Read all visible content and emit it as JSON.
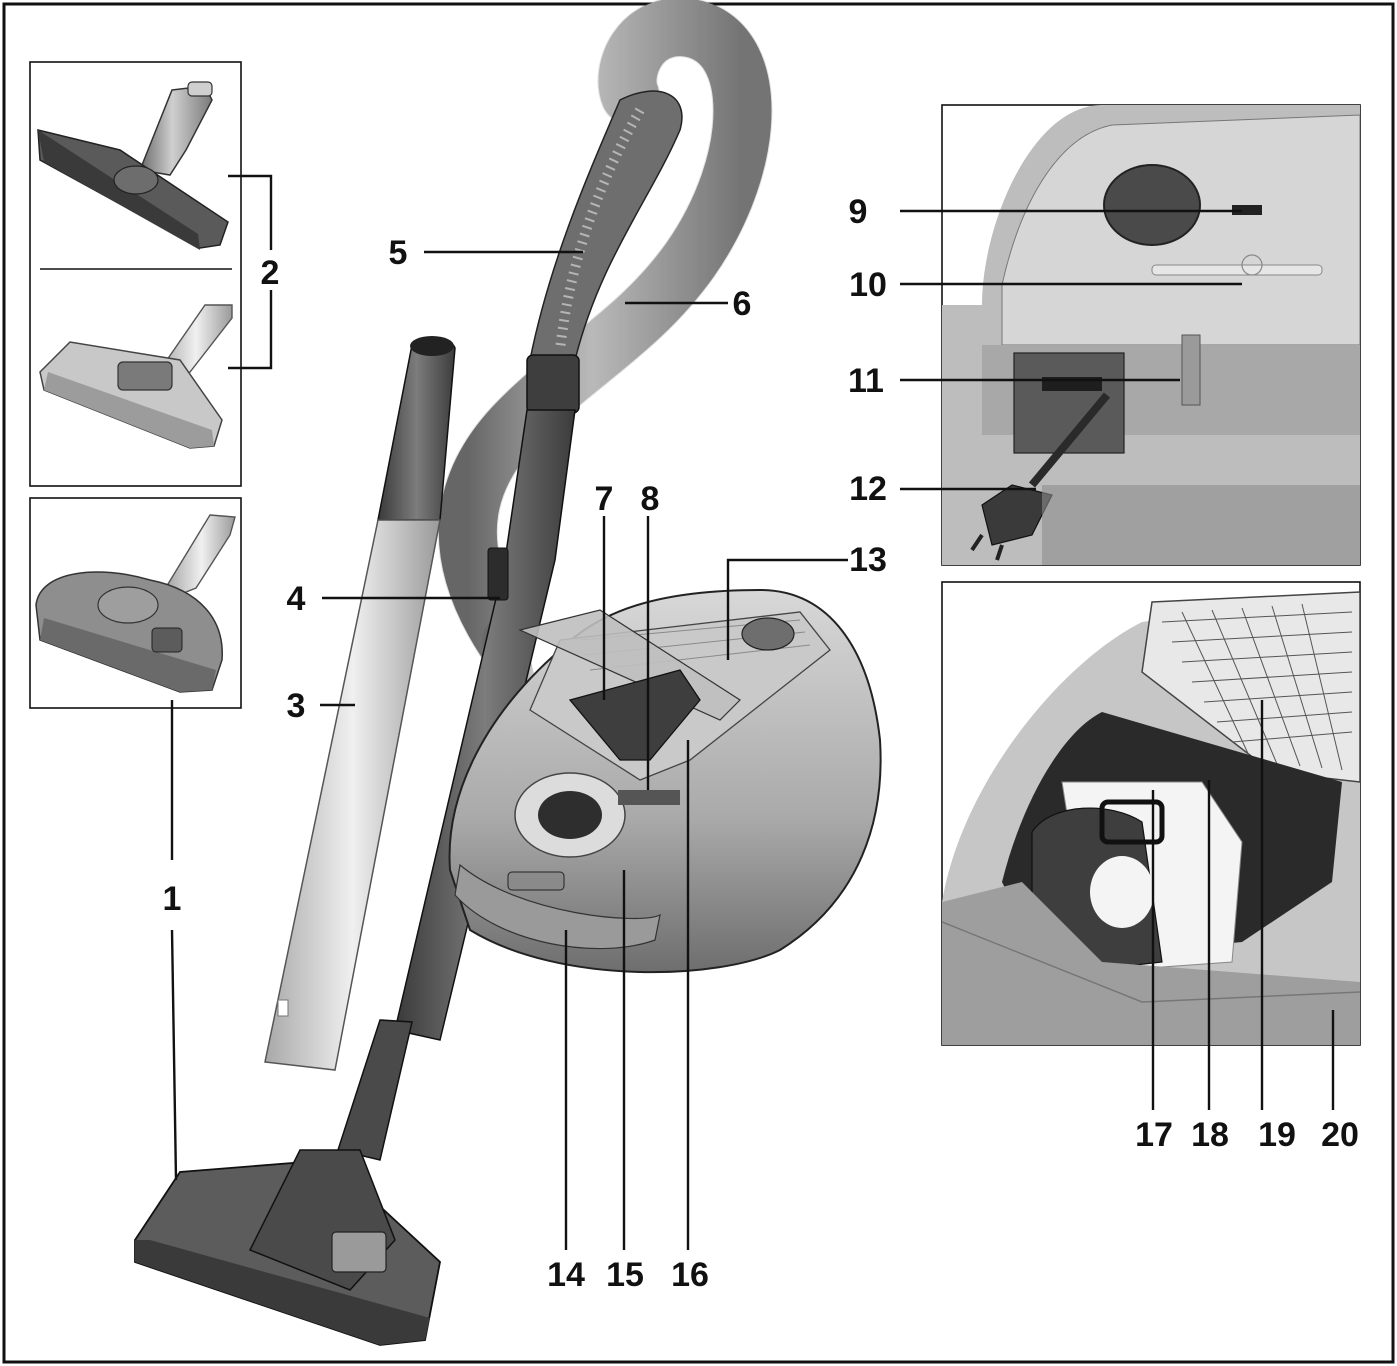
{
  "diagram": {
    "labels": [
      "1",
      "2",
      "3",
      "4",
      "5",
      "6",
      "7",
      "8",
      "9",
      "10",
      "11",
      "12",
      "13",
      "14",
      "15",
      "16",
      "17",
      "18",
      "19",
      "20"
    ]
  },
  "colors": {
    "ink": "#111111",
    "part_dark": "#4d4d4d",
    "part_mid": "#8a8a8a",
    "part_light": "#c4c4c4",
    "part_pale": "#e2e2e2"
  }
}
